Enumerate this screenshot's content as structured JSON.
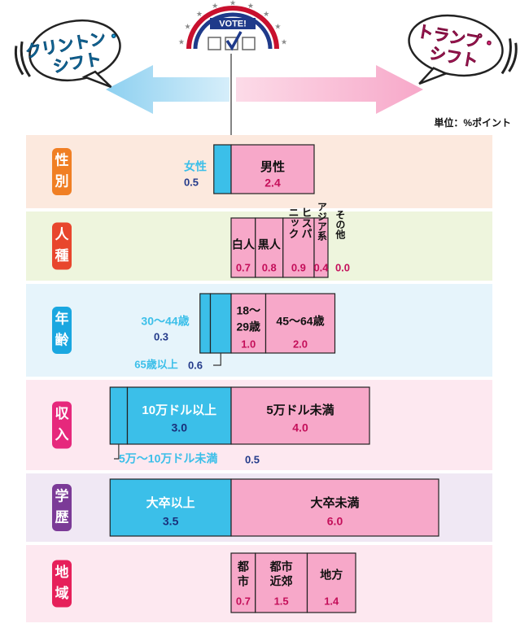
{
  "header": {
    "left_bubble": [
      "クリントン・",
      "シフト"
    ],
    "right_bubble": [
      "トランプ・",
      "シフト"
    ],
    "vote_label": "VOTE!",
    "unit_label": "単位：%ポイント"
  },
  "colors": {
    "clinton": "#3bbfe9",
    "trump": "#f7a8c9",
    "bar_border": "#222222",
    "row_bg": [
      "#fce9de",
      "#eef5dd",
      "#e6f4fb",
      "#fde8f0",
      "#f0e8f4",
      "#fde8f0"
    ],
    "badge": [
      "#f07f24",
      "#e8462d",
      "#1aa7e0",
      "#e6287c",
      "#7b3a97",
      "#e6205a"
    ],
    "clinton_value": "#233a8a",
    "trump_value": "#c40f5a"
  },
  "chart_data": {
    "type": "bar",
    "title": "",
    "unit": "%ポイント",
    "groups": [
      {
        "category": [
          "性",
          "別"
        ],
        "segments": [
          {
            "label": "女性",
            "side": "clinton",
            "value": 0.5,
            "value_text": "0.5"
          },
          {
            "label": "男性",
            "side": "trump",
            "value": 2.4,
            "value_text": "2.4"
          }
        ]
      },
      {
        "category": [
          "人",
          "種"
        ],
        "segments": [
          {
            "label": "白人",
            "side": "trump",
            "value": 0.7,
            "value_text": "0.7"
          },
          {
            "label": "黒人",
            "side": "trump",
            "value": 0.8,
            "value_text": "0.8"
          },
          {
            "label": "ヒスパニック",
            "side": "trump",
            "value": 0.9,
            "value_text": "0.9"
          },
          {
            "label": "アジア系",
            "side": "trump",
            "value": 0.4,
            "value_text": "0.4"
          },
          {
            "label": "その他",
            "side": "trump",
            "value": 0.0,
            "value_text": "0.0"
          }
        ]
      },
      {
        "category": [
          "年",
          "齢"
        ],
        "segments": [
          {
            "label": "30～44歳",
            "side": "clinton",
            "value": 0.3,
            "value_text": "0.3"
          },
          {
            "label": "65歳以上",
            "side": "clinton",
            "value": 0.6,
            "value_text": "0.6"
          },
          {
            "label": "18～29歳",
            "side": "trump",
            "value": 1.0,
            "value_text": "1.0"
          },
          {
            "label": "45～64歳",
            "side": "trump",
            "value": 2.0,
            "value_text": "2.0"
          }
        ]
      },
      {
        "category": [
          "収",
          "入"
        ],
        "segments": [
          {
            "label": "5万～10万ドル未満",
            "side": "clinton",
            "value": 0.5,
            "value_text": "0.5"
          },
          {
            "label": "10万ドル以上",
            "side": "clinton",
            "value": 3.0,
            "value_text": "3.0"
          },
          {
            "label": "5万ドル未満",
            "side": "trump",
            "value": 4.0,
            "value_text": "4.0"
          }
        ]
      },
      {
        "category": [
          "学",
          "歴"
        ],
        "segments": [
          {
            "label": "大卒以上",
            "side": "clinton",
            "value": 3.5,
            "value_text": "3.5"
          },
          {
            "label": "大卒未満",
            "side": "trump",
            "value": 6.0,
            "value_text": "6.0"
          }
        ]
      },
      {
        "category": [
          "地",
          "域"
        ],
        "segments": [
          {
            "label": "都市",
            "side": "trump",
            "value": 0.7,
            "value_text": "0.7"
          },
          {
            "label": "都市近郊",
            "side": "trump",
            "value": 1.5,
            "value_text": "1.5"
          },
          {
            "label": "地方",
            "side": "trump",
            "value": 1.4,
            "value_text": "1.4"
          }
        ]
      }
    ]
  }
}
